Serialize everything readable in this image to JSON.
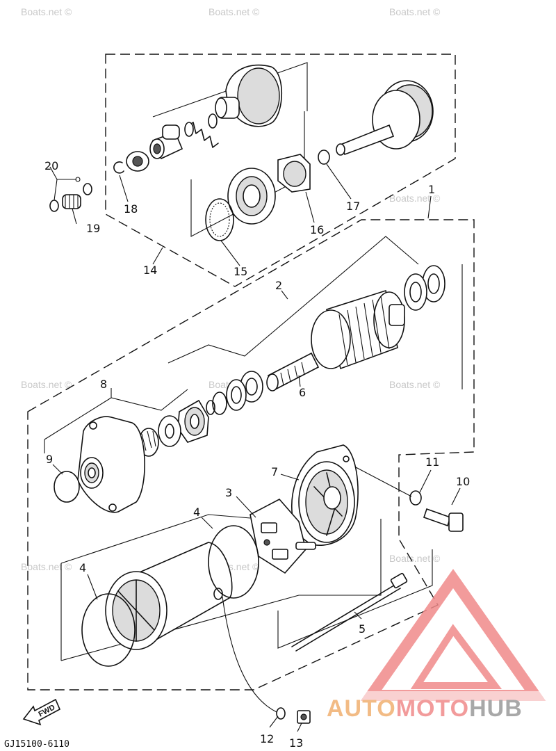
{
  "diagram": {
    "part_labels": {
      "p1": "1",
      "p2": "2",
      "p3": "3",
      "p4a": "4",
      "p4b": "4",
      "p5": "5",
      "p6": "6",
      "p7": "7",
      "p8": "8",
      "p9": "9",
      "p10": "10",
      "p11": "11",
      "p12": "12",
      "p13": "13",
      "p14": "14",
      "p15": "15",
      "p16": "16",
      "p17": "17",
      "p18": "18",
      "p19": "19",
      "p20": "20"
    },
    "diagram_code": "GJ15100-6110",
    "fwd_label": "FWD"
  },
  "watermark": {
    "text": "Boats.net ©",
    "text_short": "Boats.net"
  },
  "logo": {
    "part_auto": "AUTO",
    "part_moto": "MOTO",
    "part_hub": "HUB",
    "colors": {
      "triangle": "#f08a8a",
      "auto": "#f0b070",
      "moto": "#f08a8a",
      "hub": "#999999"
    }
  }
}
